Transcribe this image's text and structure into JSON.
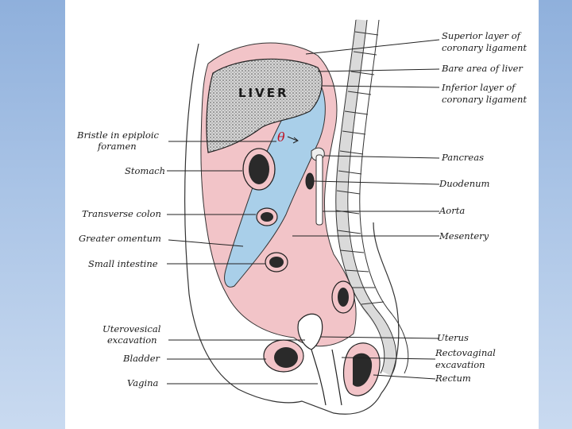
{
  "diagram": {
    "organ_label": "LIVER",
    "theta": "θ",
    "labels_left": [
      {
        "key": "bristle",
        "lines": [
          "Bristle in epiploic",
          "foramen"
        ]
      },
      {
        "key": "stomach",
        "lines": [
          "Stomach"
        ]
      },
      {
        "key": "transverse_colon",
        "lines": [
          "Transverse colon"
        ]
      },
      {
        "key": "greater_omentum",
        "lines": [
          "Greater omentum"
        ]
      },
      {
        "key": "small_intestine",
        "lines": [
          "Small intestine"
        ]
      },
      {
        "key": "uterovesical",
        "lines": [
          "Uterovesical",
          "excavation"
        ]
      },
      {
        "key": "bladder",
        "lines": [
          "Bladder"
        ]
      },
      {
        "key": "vagina",
        "lines": [
          "Vagina"
        ]
      }
    ],
    "labels_right": [
      {
        "key": "superior_layer",
        "lines": [
          "Superior layer of",
          "coronary ligament"
        ]
      },
      {
        "key": "bare_area",
        "lines": [
          "Bare area of liver"
        ]
      },
      {
        "key": "inferior_layer",
        "lines": [
          "Inferior layer of",
          "coronary ligament"
        ]
      },
      {
        "key": "pancreas",
        "lines": [
          "Pancreas"
        ]
      },
      {
        "key": "duodenum",
        "lines": [
          "Duodenum"
        ]
      },
      {
        "key": "aorta",
        "lines": [
          "Aorta"
        ]
      },
      {
        "key": "mesentery",
        "lines": [
          "Mesentery"
        ]
      },
      {
        "key": "uterus",
        "lines": [
          "Uterus"
        ]
      },
      {
        "key": "rectovaginal",
        "lines": [
          "Rectovaginal",
          "excavation"
        ]
      },
      {
        "key": "rectum",
        "lines": [
          "Rectum"
        ]
      }
    ],
    "colors": {
      "background": "#aac4e6",
      "peritoneal_cavity": "#f2c4c8",
      "lesser_sac": "#a9cfe9",
      "organ_dark": "#2a2a2a",
      "liver": "#c8c8c8"
    }
  }
}
